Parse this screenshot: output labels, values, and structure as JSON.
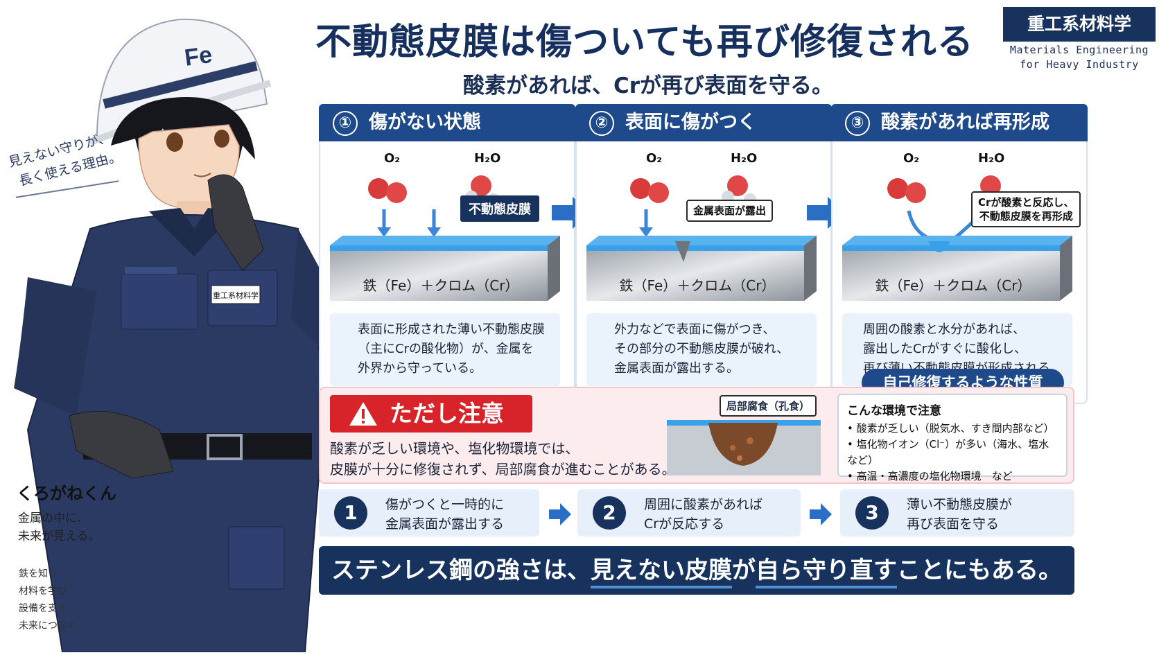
{
  "header": {
    "title": "不動態皮膜は傷ついても再び修復される",
    "subtitle": "酸素があれば、Crが再び表面を守る。",
    "brand": "重工系材料学",
    "brand_en_line1": "Materials Engineering",
    "brand_en_line2": "for Heavy Industry"
  },
  "character": {
    "helmet_text": "Fe",
    "badge_text": "重工系材料学",
    "side_note_line1": "見えない守りが、",
    "side_note_line2": "長く使える理由。",
    "name": "くろがねくん",
    "tagline_line1": "金属の中に、",
    "tagline_line2": "未来が見える。",
    "motto": [
      "鉄を知り",
      "材料を学び",
      "設備を支え",
      "未来につなぐ"
    ]
  },
  "molecules": {
    "o2": "O₂",
    "h2o": "H₂O"
  },
  "steps": [
    {
      "num": "①",
      "title": "傷がない状態",
      "metal_label": "鉄（Fe）＋クロム（Cr）",
      "callout": "不動態皮膜",
      "desc": [
        "表面に形成された薄い不動態皮膜",
        "（主にCrの酸化物）が、金属を",
        "外界から守っている。"
      ]
    },
    {
      "num": "②",
      "title": "表面に傷がつく",
      "metal_label": "鉄（Fe）＋クロム（Cr）",
      "callout": "金属表面が露出",
      "desc": [
        "外力などで表面に傷がつき、",
        "その部分の不動態皮膜が破れ、",
        "金属表面が露出する。"
      ]
    },
    {
      "num": "③",
      "title": "酸素があれば再形成",
      "metal_label": "鉄（Fe）＋クロム（Cr）",
      "callout_line1": "Crが酸素と反応し、",
      "callout_line2": "不動態皮膜を再形成",
      "desc": [
        "周囲の酸素と水分があれば、",
        "露出したCrがすぐに酸化し、",
        "再び薄い不動態皮膜が形成される。"
      ],
      "pill": "自己修復するような性質"
    }
  ],
  "warning": {
    "badge": "ただし注意",
    "text_line1": "酸素が乏しい環境や、塩化物環境では、",
    "text_line2": "皮膜が十分に修復されず、局部腐食が進むことがある。",
    "pit_label": "局部腐食（孔食）",
    "env_title": "こんな環境で注意",
    "env_items": [
      "• 酸素が乏しい（脱気水、すき間内部など）",
      "• 塩化物イオン（Cl⁻）が多い（海水、塩水など）",
      "• 高温・高濃度の塩化物環境　など"
    ]
  },
  "summary": [
    {
      "num": "1",
      "line1": "傷がつくと一時的に",
      "line2": "金属表面が露出する"
    },
    {
      "num": "2",
      "line1": "周囲に酸素があれば",
      "line2": "Crが反応する"
    },
    {
      "num": "3",
      "line1": "薄い不動態皮膜が",
      "line2": "再び表面を守る"
    }
  ],
  "banner": {
    "part1": "ステンレス鋼の強さは、",
    "part2": "見えない皮膜",
    "part3": "が",
    "part4": "自ら守り直す",
    "part5": "ことにもある。"
  },
  "colors": {
    "navy": "#18325e",
    "blue": "#1e4a8c",
    "film": "#3aa0e8",
    "warn_red": "#d8232a"
  }
}
